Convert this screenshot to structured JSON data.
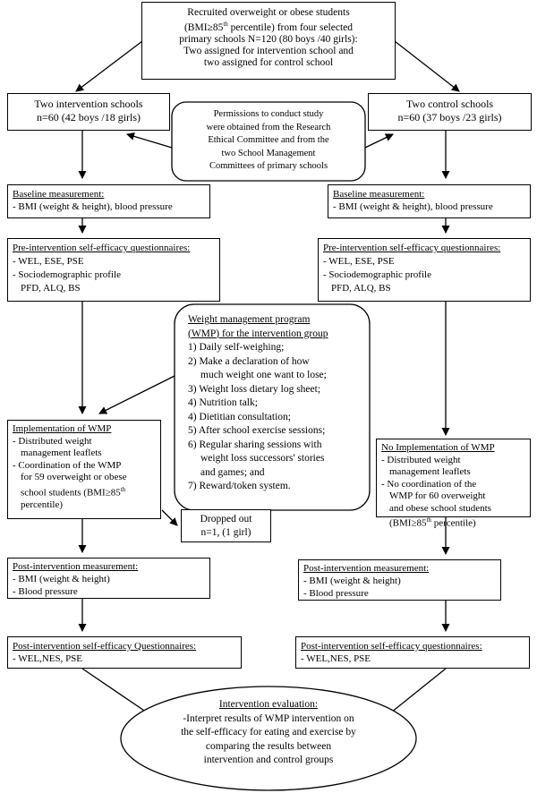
{
  "recruit": {
    "l1": "Recruited overweight or obese students",
    "l2a": "(BMI≥85",
    "l2sup": "th",
    "l2b": " percentile) from four selected",
    "l3": "primary schools N=120 (80 boys /40 girls):",
    "l4": "Two assigned for intervention school and",
    "l5": "two assigned for control school"
  },
  "permission": {
    "l1": "Permissions to conduct study",
    "l2": "were obtained from the Research",
    "l3": "Ethical Committee and from the",
    "l4": "two School Management",
    "l5": "Committees of primary schools"
  },
  "intervention": {
    "schools": {
      "title": "Two intervention schools",
      "count": "n=60 (42 boys /18 girls)"
    },
    "baseline": {
      "title": "Baseline measurement:",
      "items": [
        "- BMI (weight & height), blood pressure"
      ]
    },
    "pre": {
      "title": "Pre-intervention self-efficacy questionnaires:",
      "items": [
        "- WEL, ESE, PSE",
        "- Sociodemographic profile",
        "PFD, ALQ, BS"
      ]
    },
    "implementation": {
      "title": "Implementation of  WMP",
      "l1": "- Distributed weight",
      "l2": "management leaflets",
      "l3": "- Coordination of the WMP",
      "l4": "for 59 overweight or obese",
      "l5a": "school students (BMI≥85",
      "l5sup": "th",
      "l6": "percentile)"
    },
    "dropped": {
      "l1": "Dropped out",
      "l2": "n=1, (1 girl)"
    },
    "post": {
      "title": "Post-intervention measurement:",
      "items": [
        "- BMI (weight & height)",
        "- Blood pressure"
      ]
    },
    "post_q": {
      "title": "Post-intervention self-efficacy Questionnaires:",
      "items": [
        "- WEL,NES, PSE"
      ]
    }
  },
  "control": {
    "schools": {
      "title": "Two control schools",
      "count": "n=60 (37 boys /23 girls)"
    },
    "baseline": {
      "title": "Baseline measurement:",
      "items": [
        "- BMI (weight & height), blood pressure"
      ]
    },
    "pre": {
      "title": "Pre-intervention self-efficacy questionnaires:",
      "items": [
        "- WEL, ESE, PSE",
        "- Sociodemographic profile",
        "PFD, ALQ, BS"
      ]
    },
    "implementation": {
      "title": "No Implementation of  WMP",
      "l1": "- Distributed weight",
      "l2": "management leaflets",
      "l3": "- No coordination of the",
      "l4": "WMP for 60 overweight",
      "l5": "and obese school students",
      "l6a": "(BMI≥85",
      "l6sup": "th",
      "l6b": " percentile)"
    },
    "post": {
      "title": "Post-intervention measurement:",
      "items": [
        "- BMI (weight & height)",
        "- Blood pressure"
      ]
    },
    "post_q": {
      "title": "Post-intervention self-efficacy questionnaires:",
      "items": [
        "- WEL,NES, PSE"
      ]
    }
  },
  "wmp": {
    "title1": "Weight management program",
    "title2": "(WMP) for the intervention group",
    "lines": [
      "1) Daily self-weighing;",
      "2) Make a declaration of how",
      "much weight one want to lose;",
      "3) Weight loss dietary log sheet;",
      "4) Nutrition talk;",
      "4) Dietitian consultation;",
      "5) After school exercise sessions;",
      "6) Regular sharing sessions with",
      "weight loss successors' stories",
      "and games; and",
      "7) Reward/token system."
    ]
  },
  "evaluation": {
    "title": "Intervention evaluation:",
    "l1": "-Interpret results of WMP intervention on",
    "l2": "the self-efficacy for eating and exercise by",
    "l3": "comparing  the results between",
    "l4": "intervention and control groups"
  }
}
